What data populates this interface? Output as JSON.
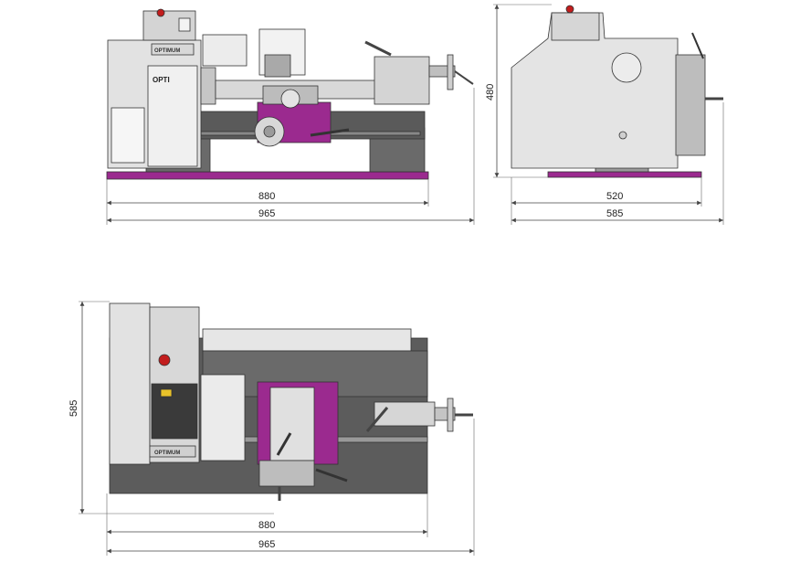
{
  "front_view": {
    "brand_plate": "OPTIMUM",
    "panel_brand": "OPTI",
    "dim_bed": "880",
    "dim_total": "965",
    "dim_height": "480"
  },
  "side_view": {
    "dim_depth": "520",
    "dim_total": "585"
  },
  "top_view": {
    "brand_plate": "OPTIMUM",
    "dim_depth": "585",
    "dim_bed": "880",
    "dim_total": "965"
  },
  "colors": {
    "accent": "#9b2a8f",
    "body_light": "#e8e8e8",
    "body_mid": "#b8b8b8",
    "bed_dark": "#5a5a5a",
    "stop_red": "#c21d1d"
  }
}
